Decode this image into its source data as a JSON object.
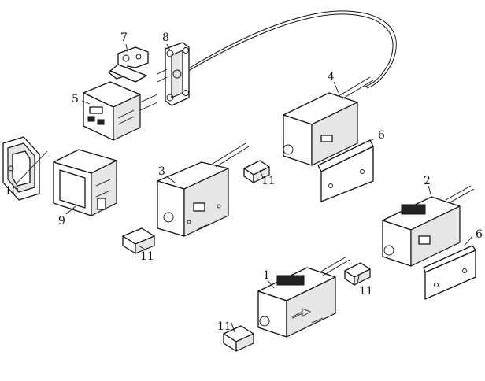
{
  "callouts": {
    "c1": "1",
    "c2": "2",
    "c3": "3",
    "c4": "4",
    "c5": "5",
    "c6a": "6",
    "c6b": "6",
    "c7": "7",
    "c8": "8",
    "c9": "9",
    "c10": "10",
    "c11a": "11",
    "c11b": "11",
    "c11c": "11",
    "c11d": "11"
  },
  "colors": {
    "line": "#111111",
    "fill": "#ffffff",
    "shade": "#e6e6e6"
  }
}
